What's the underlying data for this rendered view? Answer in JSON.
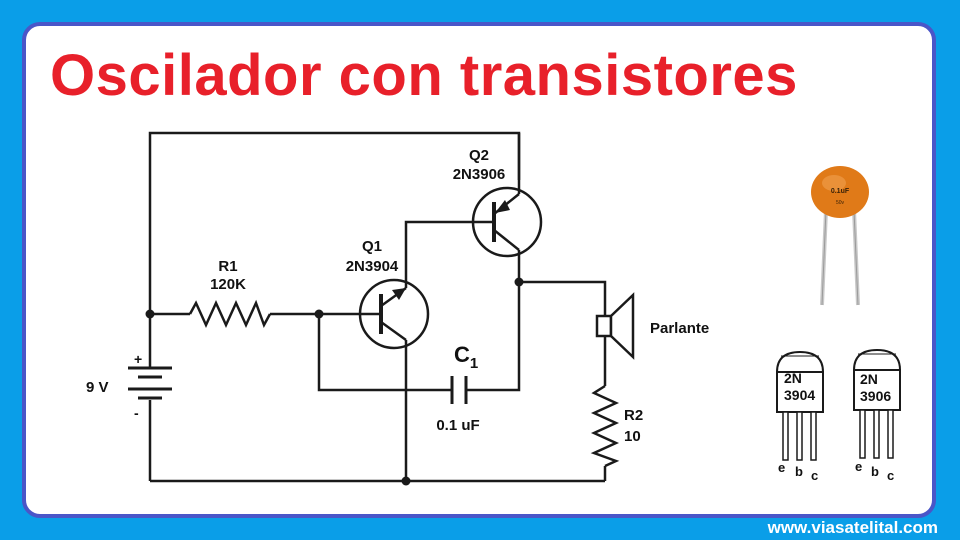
{
  "title": "Oscilador con transistores",
  "footer_url": "www.viasatelital.com",
  "colors": {
    "background": "#0a9ee8",
    "card_border": "#4a56c8",
    "title": "#e8202a",
    "wire": "#1a1a1a",
    "capacitor_body": "#e07a18"
  },
  "battery": {
    "voltage": "9 V",
    "plus": "+",
    "minus": "-"
  },
  "r1": {
    "name": "R1",
    "value": "120K"
  },
  "q1": {
    "name": "Q1",
    "part": "2N3904"
  },
  "q2": {
    "name": "Q2",
    "part": "2N3906"
  },
  "c1": {
    "name": "C",
    "subscript": "1",
    "value": "0.1 uF"
  },
  "speaker": {
    "label": "Parlante"
  },
  "r2": {
    "name": "R2",
    "value": "10"
  },
  "ceramic_cap": {
    "marking_top": "0.1uF",
    "marking_bottom": "50v"
  },
  "package_3904": {
    "line1": "2N",
    "line2": "3904",
    "pin_e": "e",
    "pin_b": "b",
    "pin_c": "c"
  },
  "package_3906": {
    "line1": "2N",
    "line2": "3906",
    "pin_e": "e",
    "pin_b": "b",
    "pin_c": "c"
  }
}
